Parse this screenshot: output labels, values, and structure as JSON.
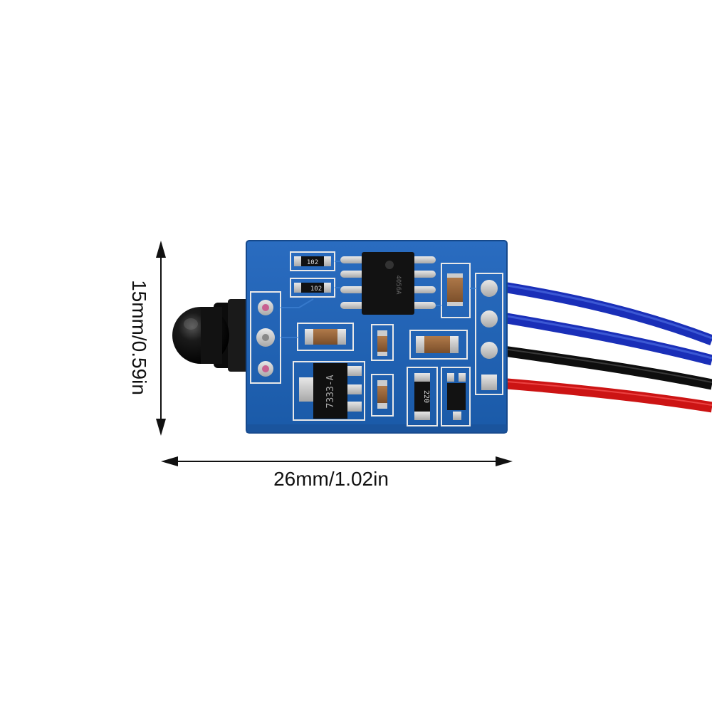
{
  "dimensions": {
    "height_label": "15mm/0.59in",
    "width_label": "26mm/1.02in"
  },
  "components": {
    "r1_marking": "102",
    "r2_marking": "102",
    "ic_marking": "4056A",
    "regulator_marking": "7333-A",
    "r3_marking": "220"
  },
  "colors": {
    "pcb": "#1f5fb0",
    "wire_blue": "#1f3fd0",
    "wire_black": "#111111",
    "wire_red": "#d01818",
    "sensor_lens": "#0a0a0a"
  }
}
